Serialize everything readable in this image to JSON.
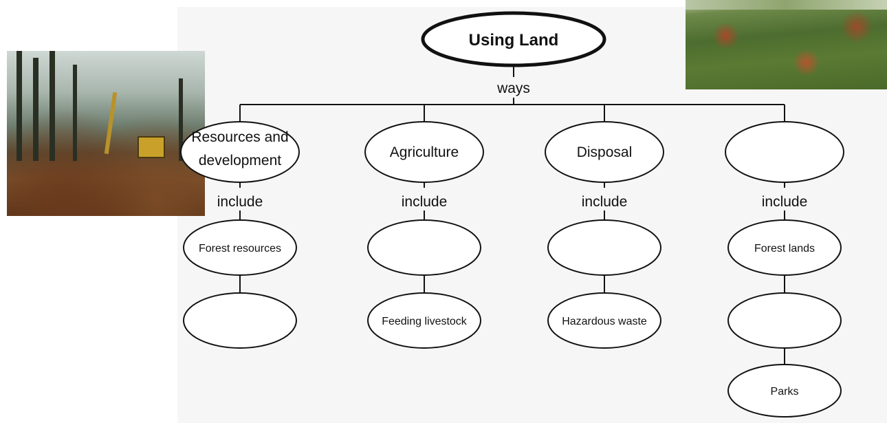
{
  "title": "Using Land",
  "link_top": "ways",
  "link_include": "include",
  "categories": [
    {
      "label": "Resources and development",
      "label_lines": [
        "Resources and",
        "development"
      ],
      "items": [
        "Forest resources",
        ""
      ]
    },
    {
      "label": "Agriculture",
      "label_lines": [
        "Agriculture"
      ],
      "items": [
        "",
        "Feeding livestock"
      ]
    },
    {
      "label": "Disposal",
      "label_lines": [
        "Disposal"
      ],
      "items": [
        "",
        "Hazardous waste"
      ]
    },
    {
      "label": "",
      "label_lines": [
        ""
      ],
      "items": [
        "Forest lands",
        "",
        "Parks"
      ]
    }
  ],
  "photos": [
    {
      "name": "photo-logging-site",
      "depicts": "logging machinery in a forest clearing"
    },
    {
      "name": "photo-farm-field",
      "depicts": "crop field landscape"
    }
  ],
  "colors": {
    "stroke": "#111111",
    "panel": "#f6f6f6",
    "oval_fill": "#ffffff"
  }
}
